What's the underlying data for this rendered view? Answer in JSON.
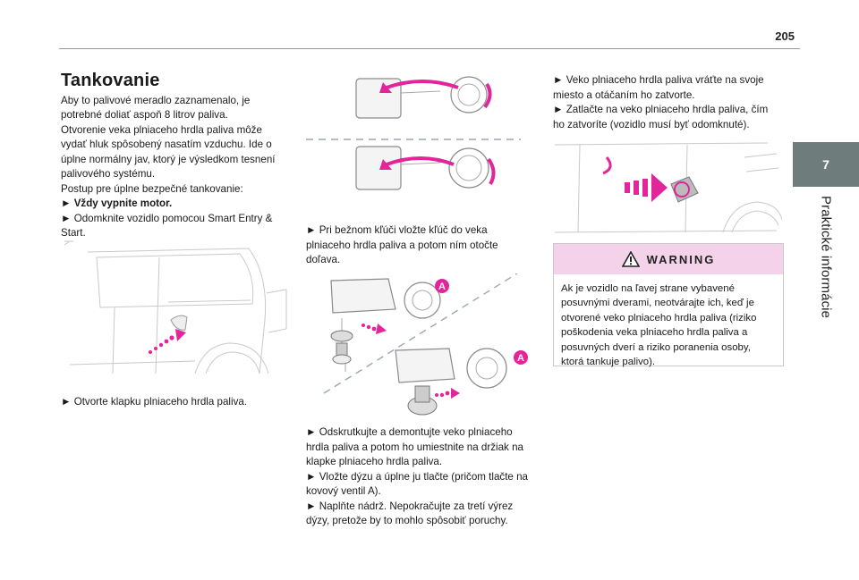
{
  "page": {
    "number": "205"
  },
  "chapter": {
    "number": "7",
    "title": "Praktické informácie"
  },
  "col1": {
    "title": "Tankovanie",
    "intro": [
      "Aby to palivové meradlo zaznamenalo, je",
      "potrebné doliať aspoň 8 litrov paliva.",
      "Otvorenie veka plniaceho hrdla paliva môže",
      "vydať hluk spôsobený nasatím vzduchu. Ide o",
      "úplne normálny jav, ktorý je výsledkom tesnení",
      "palivového systému.",
      "Postup pre úplne bezpečné tankovanie:"
    ],
    "step1": "► Vždy vypnite motor.",
    "step2": [
      "► Odomknite vozidlo pomocou Smart Entry &",
      "Start."
    ],
    "fig_caption": "► Otvorte klapku plniaceho hrdla paliva."
  },
  "col2": {
    "text1": [
      "► Pri bežnom kľúči vložte kľúč do veka",
      "plniaceho hrdla paliva a potom ním otočte",
      "doľava."
    ],
    "text2": [
      "► Odskrutkujte a demontujte veko plniaceho",
      "hrdla paliva a potom ho umiestnite na držiak na",
      "klapke plniaceho hrdla paliva.",
      "► Vložte dýzu a úplne ju tlačte (pričom tlačte na",
      "kovový ventil A).",
      "► Naplňte nádrž. Nepokračujte za tretí výrez",
      "dýzy, pretože by to mohlo spôsobiť poruchy."
    ],
    "label_a": "A"
  },
  "col3": {
    "text1": [
      "► Veko plniaceho hrdla paliva vráťte na svoje",
      "miesto a otáčaním ho zatvorte.",
      "► Zatlačte na veko plniaceho hrdla paliva, čím",
      "ho zatvoríte (vozidlo musí byť odomknuté)."
    ],
    "warning": {
      "title": "WARNING",
      "text": [
        "Ak je vozidlo na ľavej strane vybavené",
        "posuvnými dverami, neotvárajte ich, keď je",
        "otvorené veko plniaceho hrdla paliva (riziko",
        "poškodenia veka plniaceho hrdla paliva a",
        "posuvných dverí a riziko poranenia osoby,",
        "ktorá tankuje palivo)."
      ]
    }
  },
  "colors": {
    "accent_magenta": "#e0269a",
    "warning_bg": "#f4d3ea",
    "chapter_tab": "#6f7c7c"
  },
  "icons": [
    "warning-triangle-icon",
    "arrow-icon"
  ]
}
